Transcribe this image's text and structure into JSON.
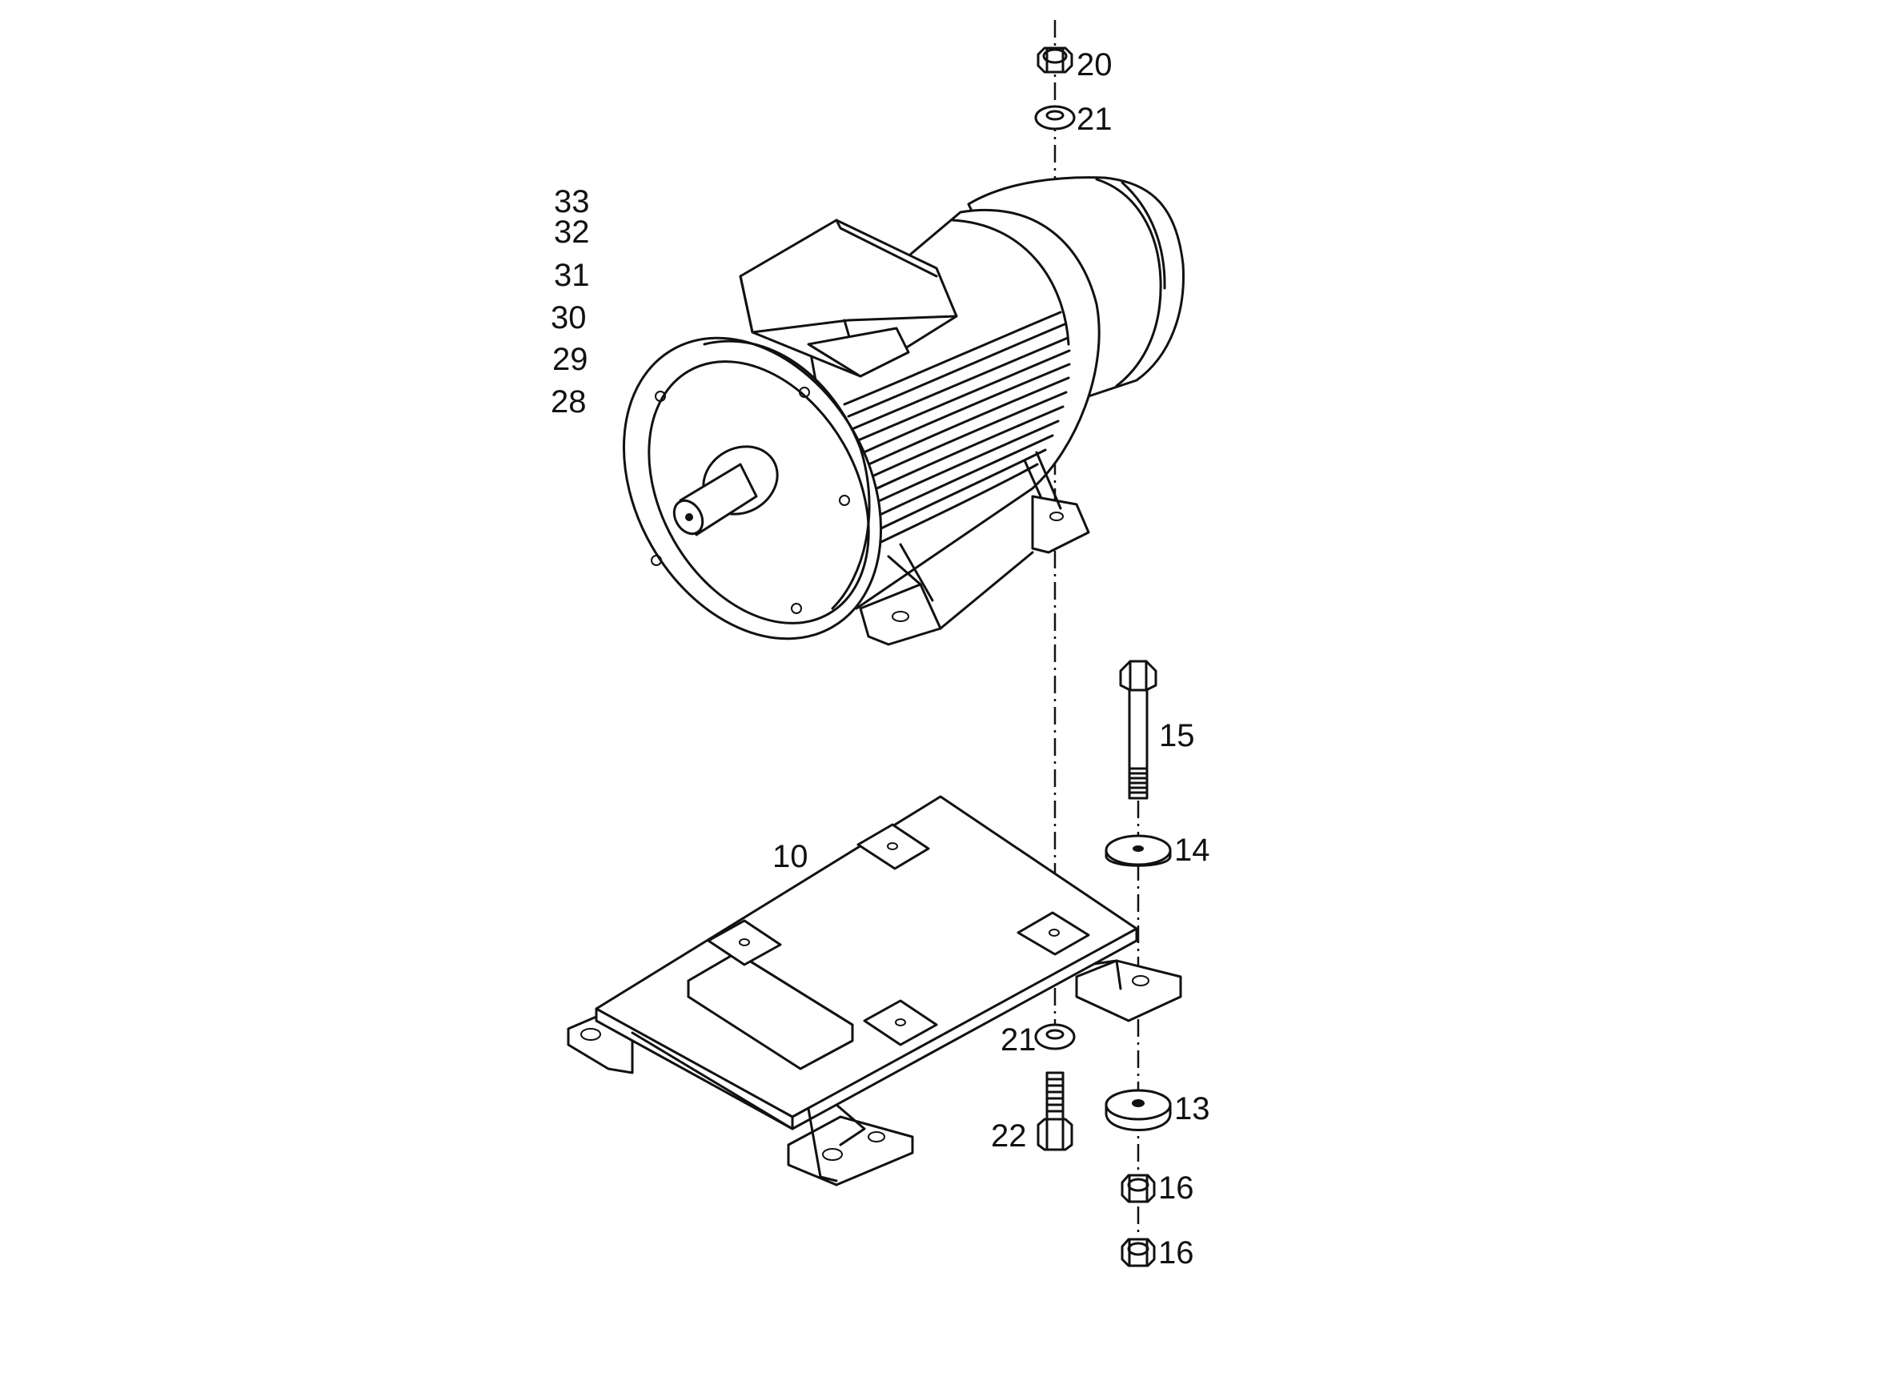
{
  "labels": {
    "p10": "10",
    "p13": "13",
    "p14": "14",
    "p15": "15",
    "p16a": "16",
    "p16b": "16",
    "p20": "20",
    "p21a": "21",
    "p21b": "21",
    "p22": "22",
    "p28": "28",
    "p29": "29",
    "p30": "30",
    "p31": "31",
    "p32": "32",
    "p33": "33"
  }
}
